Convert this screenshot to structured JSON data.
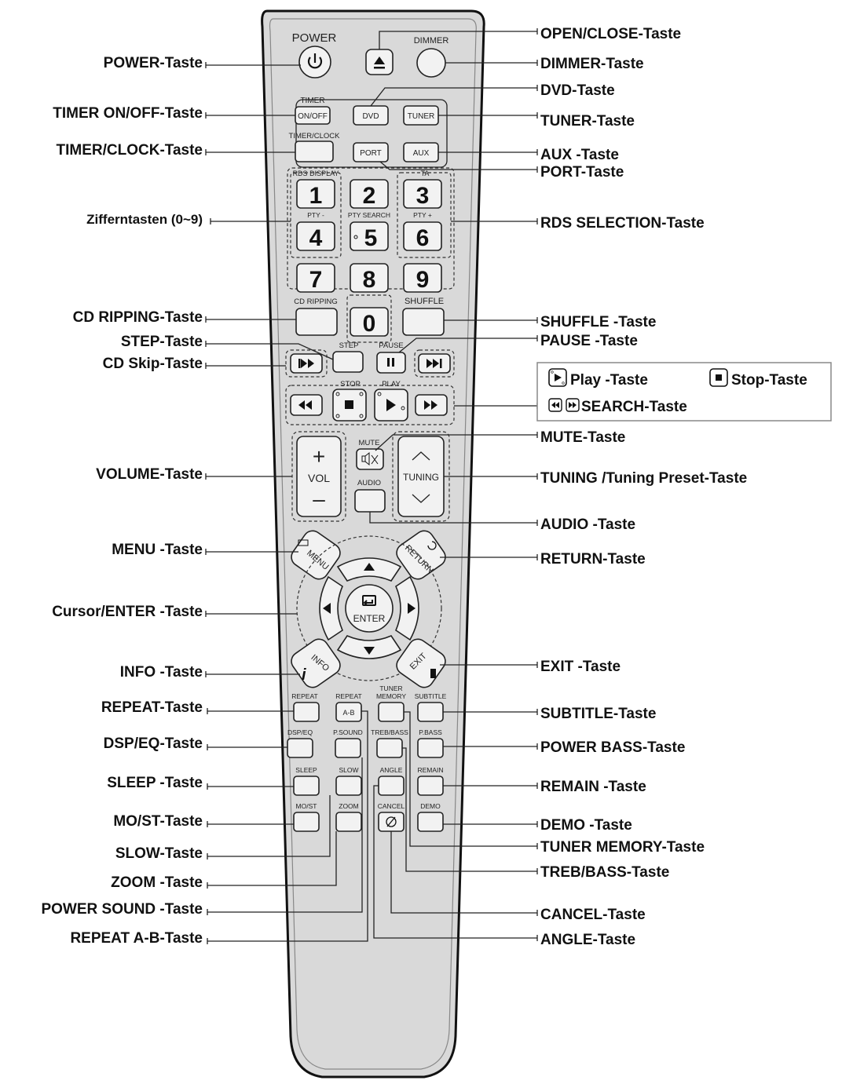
{
  "labels_left": {
    "power": "POWER-Taste",
    "timer_onoff": "TIMER ON/OFF-Taste",
    "timer_clock": "TIMER/CLOCK-Taste",
    "ziffern": "Zifferntasten (0~9)",
    "cd_ripping": "CD RIPPING-Taste",
    "step": "STEP-Taste",
    "cd_skip": "CD Skip-Taste",
    "volume": "VOLUME-Taste",
    "menu": "MENU -Taste",
    "cursor_enter": "Cursor/ENTER -Taste",
    "info": "INFO -Taste",
    "repeat": "REPEAT-Taste",
    "dsp_eq": "DSP/EQ-Taste",
    "sleep": "SLEEP -Taste",
    "mo_st": "MO/ST-Taste",
    "slow": "SLOW-Taste",
    "zoom": "ZOOM -Taste",
    "power_sound": "POWER SOUND -Taste",
    "repeat_ab": "REPEAT A-B-Taste"
  },
  "labels_right": {
    "open_close": "OPEN/CLOSE-Taste",
    "dimmer": "DIMMER-Taste",
    "dvd": "DVD-Taste",
    "tuner": "TUNER-Taste",
    "aux": "AUX -Taste",
    "port": "PORT-Taste",
    "rds": "RDS SELECTION-Taste",
    "shuffle": "SHUFFLE -Taste",
    "pause": "PAUSE -Taste",
    "mute": "MUTE-Taste",
    "tuning": "TUNING /Tuning Preset-Taste",
    "audio": "AUDIO -Taste",
    "return": "RETURN-Taste",
    "exit": "EXIT -Taste",
    "subtitle": "SUBTITLE-Taste",
    "power_bass": "POWER BASS-Taste",
    "remain": "REMAIN -Taste",
    "demo": "DEMO -Taste",
    "tuner_memory": "TUNER MEMORY-Taste",
    "treb_bass": "TREB/BASS-Taste",
    "cancel": "CANCEL-Taste",
    "angle": "ANGLE-Taste"
  },
  "legend_box": {
    "play": "Play -Taste",
    "stop": "Stop-Taste",
    "search": "SEARCH-Taste"
  },
  "remote": {
    "power": "POWER",
    "dimmer": "DIMMER",
    "timer": "TIMER",
    "on_off": "ON/OFF",
    "dvd": "DVD",
    "tuner": "TUNER",
    "timer_clock": "TIMER/CLOCK",
    "port": "PORT",
    "aux": "AUX",
    "rds_display": "RDS DISPLAY",
    "ta": "TA",
    "pty_minus": "PTY -",
    "pty_search": "PTY SEARCH",
    "pty_plus": "PTY +",
    "digits": [
      "1",
      "2",
      "3",
      "4",
      "5",
      "6",
      "7",
      "8",
      "9",
      "0"
    ],
    "cd_ripping": "CD RIPPING",
    "shuffle": "SHUFFLE",
    "step": "STEP",
    "pause": "PAUSE",
    "stop": "STOP",
    "play": "PLAY",
    "mute": "MUTE",
    "vol_plus": "+",
    "vol": "VOL",
    "vol_minus": "–",
    "audio": "AUDIO",
    "tuning": "TUNING",
    "menu": "MENU",
    "return": "RETURN",
    "enter": "ENTER",
    "info": "INFO",
    "info_i": "i",
    "exit": "EXIT",
    "repeat": "REPEAT",
    "repeat2": "REPEAT",
    "ab": "A-B",
    "tuner_memory_1": "TUNER",
    "tuner_memory_2": "MEMORY",
    "subtitle": "SUBTITLE",
    "dsp_eq": "DSP/EQ",
    "p_sound": "P.SOUND",
    "treb_bass": "TREB/BASS",
    "p_bass": "P.BASS",
    "sleep": "SLEEP",
    "slow": "SLOW",
    "angle": "ANGLE",
    "remain": "REMAIN",
    "mo_st": "MO/ST",
    "zoom": "ZOOM",
    "cancel": "CANCEL",
    "demo": "DEMO"
  }
}
